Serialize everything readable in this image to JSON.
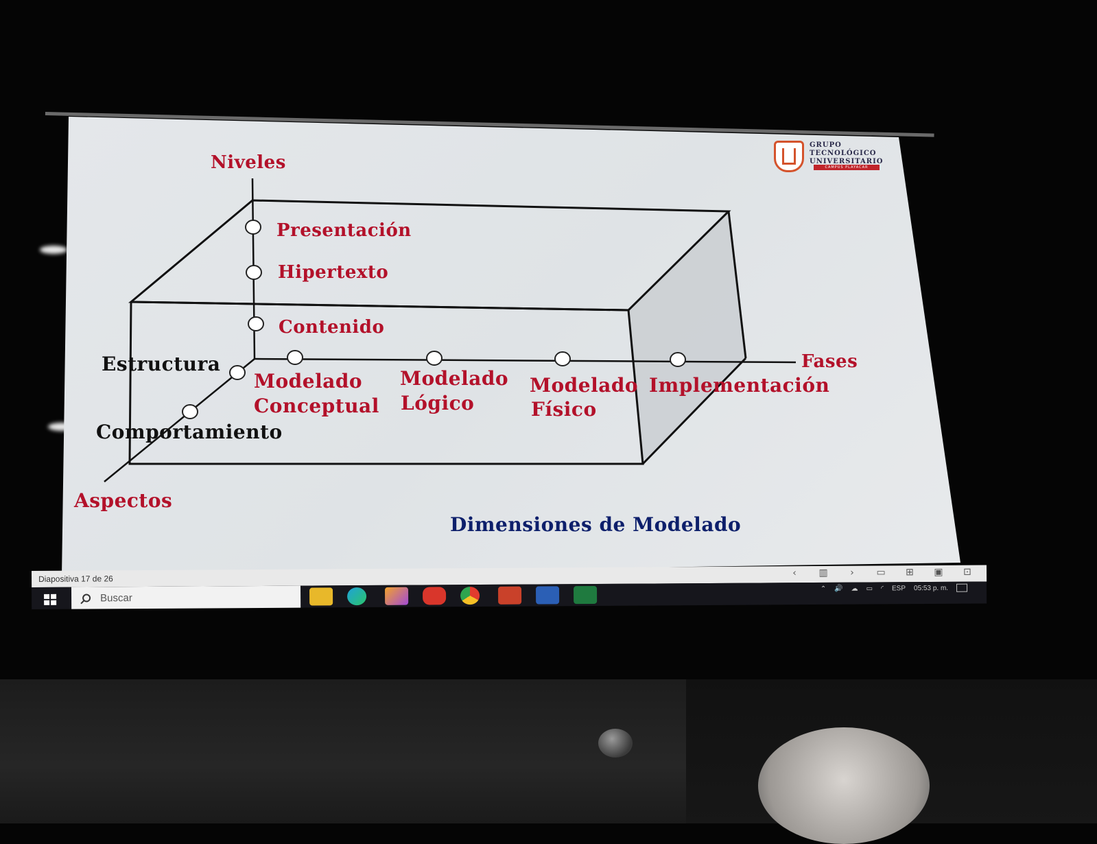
{
  "slide": {
    "axis_vertical": "Niveles",
    "axis_horizontal": "Fases",
    "axis_depth": "Aspectos",
    "niveles": [
      "Presentación",
      "Hipertexto",
      "Contenido"
    ],
    "aspectos": [
      "Estructura",
      "Comportamiento"
    ],
    "fases": [
      {
        "line1": "Modelado",
        "line2": "Conceptual"
      },
      {
        "line1": "Modelado",
        "line2": "Lógico"
      },
      {
        "line1": "Modelado",
        "line2": "Físico"
      },
      {
        "line1": "Implementación",
        "line2": ""
      }
    ],
    "caption": "Dimensiones de Modelado",
    "logo": {
      "line1": "GRUPO",
      "line2": "TECNOLÓGICO",
      "line3": "UNIVERSITARIO",
      "sub": "CAMPUS PLAYACAR"
    }
  },
  "statusbar": {
    "slide_counter": "Diapositiva 17 de 26"
  },
  "taskbar": {
    "search_placeholder": "Buscar",
    "apps": [
      "file-explorer",
      "edge",
      "photos",
      "brave",
      "chrome",
      "powerpoint",
      "word",
      "excel"
    ],
    "language": "ESP",
    "clock": "05:53 p. m."
  },
  "colors": {
    "label_red": "#b3112a",
    "label_black": "#111111",
    "caption_navy": "#0d1f6b"
  }
}
